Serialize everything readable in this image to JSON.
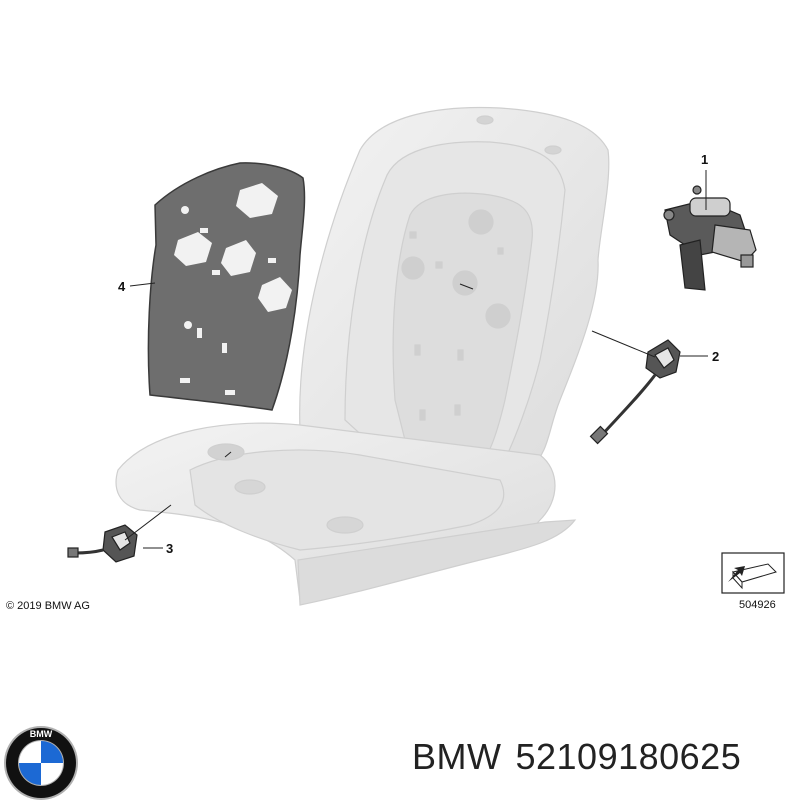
{
  "diagram": {
    "copyright": "© 2019 BMW AG",
    "diagram_number": "504926",
    "callouts": [
      "1",
      "2",
      "3",
      "4"
    ]
  },
  "caption": {
    "brand": "BMW",
    "part_number": "52109180625"
  },
  "logo": {
    "lettering": "BMW",
    "colors": {
      "blue": "#1c69d4",
      "white": "#ffffff",
      "ring": "#111111",
      "chrome": "#b0b0b0"
    }
  }
}
